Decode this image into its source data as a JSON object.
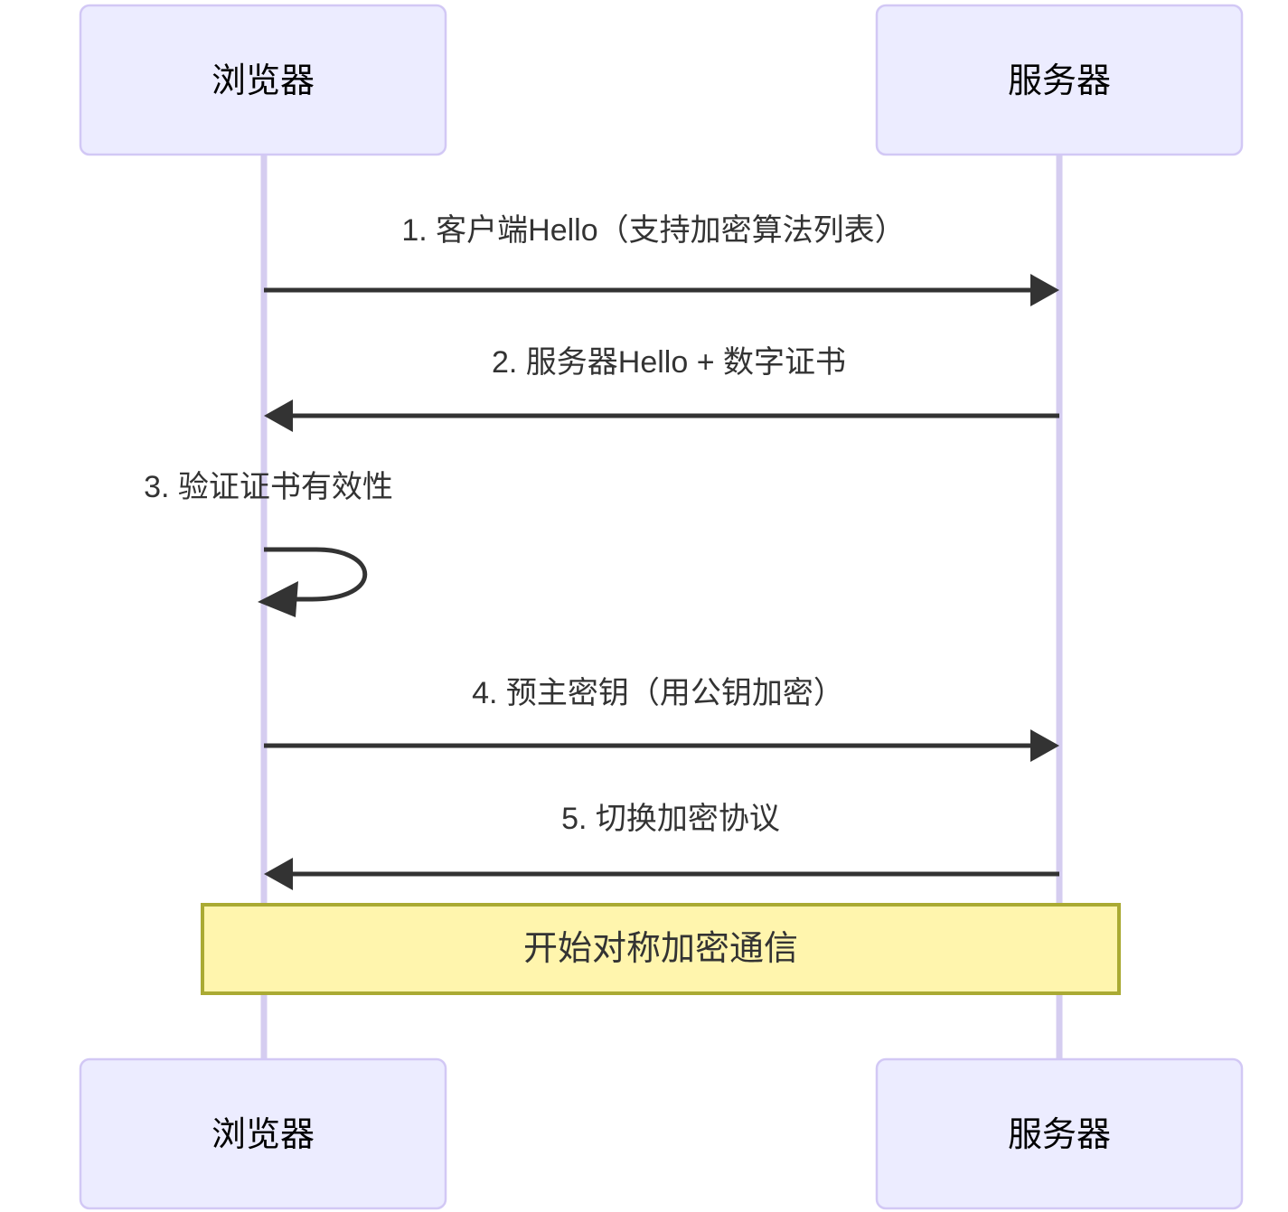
{
  "diagram": {
    "type": "sequence-diagram",
    "background_color": "#ffffff",
    "participants": [
      {
        "id": "browser",
        "label": "浏览器",
        "box_fill": "#ececff",
        "box_stroke": "#d2c8f5",
        "lifeline_color": "#d5cdf0"
      },
      {
        "id": "server",
        "label": "服务器",
        "box_fill": "#ececff",
        "box_stroke": "#d2c8f5",
        "lifeline_color": "#d5cdf0"
      }
    ],
    "messages": [
      {
        "index": "1",
        "label": "1. 客户端Hello（支持加密算法列表）",
        "from": "browser",
        "to": "server",
        "direction": "right",
        "kind": "solid-arrow"
      },
      {
        "index": "2",
        "label": "2. 服务器Hello + 数字证书",
        "from": "server",
        "to": "browser",
        "direction": "left",
        "kind": "solid-arrow"
      },
      {
        "index": "3",
        "label": "3. 验证证书有效性",
        "from": "browser",
        "to": "browser",
        "direction": "self",
        "kind": "self-loop"
      },
      {
        "index": "4",
        "label": "4. 预主密钥（用公钥加密）",
        "from": "browser",
        "to": "server",
        "direction": "right",
        "kind": "solid-arrow"
      },
      {
        "index": "5",
        "label": "5. 切换加密协议",
        "from": "server",
        "to": "browser",
        "direction": "left",
        "kind": "solid-arrow"
      }
    ],
    "notes": [
      {
        "id": "note-symmetric",
        "label": "开始对称加密通信",
        "span": "over browser,server",
        "fill": "#fff5ad",
        "stroke": "#aaaa33"
      }
    ],
    "arrow_color": "#333333",
    "text_color": "#333333"
  }
}
